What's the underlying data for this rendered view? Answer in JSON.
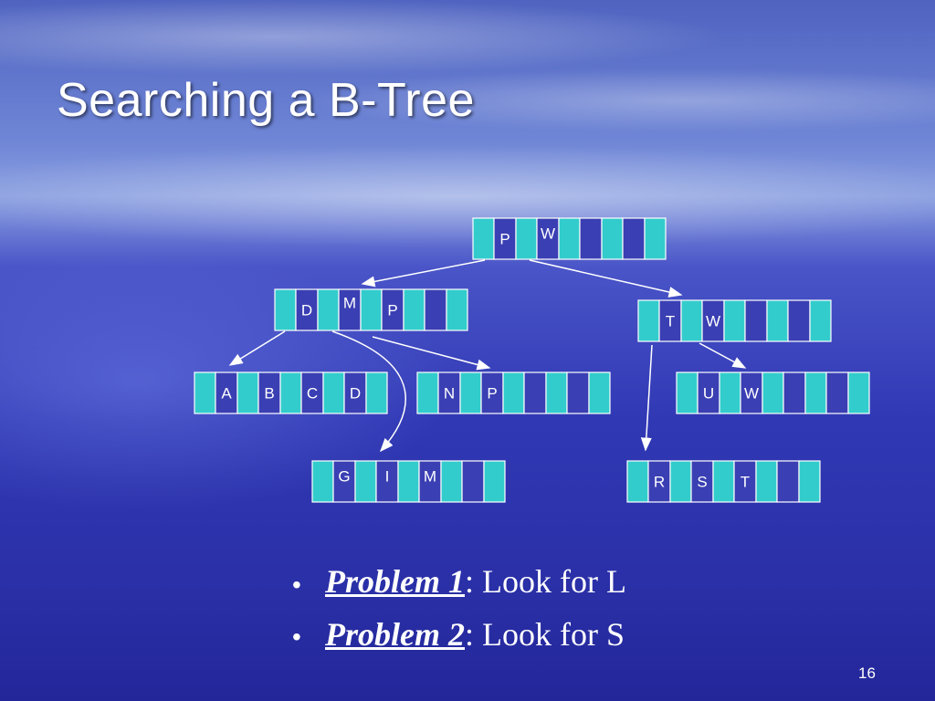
{
  "slide": {
    "title": "Searching a B-Tree",
    "page_number": "16"
  },
  "tree": {
    "nodes": [
      {
        "id": "root",
        "keys": [
          "P",
          "W"
        ]
      },
      {
        "id": "level1-left",
        "keys": [
          "D",
          "M",
          "P"
        ]
      },
      {
        "id": "level1-right",
        "keys": [
          "T",
          "W"
        ]
      },
      {
        "id": "leaf-abcd",
        "keys": [
          "A",
          "B",
          "C",
          "D"
        ]
      },
      {
        "id": "leaf-np",
        "keys": [
          "N",
          "P"
        ]
      },
      {
        "id": "leaf-gim",
        "keys": [
          "G",
          "I",
          "M"
        ]
      },
      {
        "id": "leaf-uw",
        "keys": [
          "U",
          "W"
        ]
      },
      {
        "id": "leaf-rst",
        "keys": [
          "R",
          "S",
          "T"
        ]
      }
    ]
  },
  "bullets": [
    {
      "label": "Problem 1",
      "text": ": Look for L"
    },
    {
      "label": "Problem 2",
      "text": ": Look for S"
    }
  ],
  "colors": {
    "pointer_cell": "#33cccc",
    "key_cell": "#3a3fb3",
    "border": "#ffffff"
  }
}
